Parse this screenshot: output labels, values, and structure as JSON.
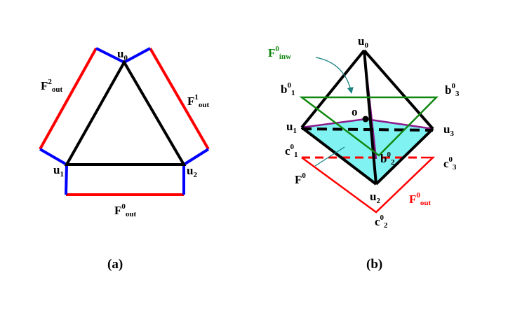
{
  "colors": {
    "black": "#000000",
    "red": "#ff0000",
    "blue": "#0000ff",
    "green": "#118811",
    "purple": "#8b1a8b",
    "cyan_fill": "#80f2f2",
    "teal_arrow": "#1a8080"
  },
  "panel_a": {
    "caption": "(a)",
    "u0": {
      "base": "u",
      "sub": "0"
    },
    "u1": {
      "base": "u",
      "sub": "1"
    },
    "u2": {
      "base": "u",
      "sub": "2"
    },
    "f0_out": {
      "base": "F",
      "sup": "0",
      "sub": "out"
    },
    "f1_out": {
      "base": "F",
      "sup": "1",
      "sub": "out"
    },
    "f2_out": {
      "base": "F",
      "sup": "2",
      "sub": "out"
    }
  },
  "panel_b": {
    "caption": "(b)",
    "u0": {
      "base": "u",
      "sub": "0"
    },
    "u1": {
      "base": "u",
      "sub": "1"
    },
    "u2": {
      "base": "u",
      "sub": "2"
    },
    "u3": {
      "base": "u",
      "sub": "3"
    },
    "o": "o",
    "f0_inw": {
      "base": "F",
      "sup": "0",
      "sub": "inw"
    },
    "f0_out": {
      "base": "F",
      "sup": "0",
      "sub": "out"
    },
    "f0": {
      "base": "F",
      "sup": "0"
    },
    "b01": {
      "base": "b",
      "sup": "0",
      "sub": "1"
    },
    "b02": {
      "base": "b",
      "sup": "0",
      "sub": "2"
    },
    "b03": {
      "base": "b",
      "sup": "0",
      "sub": "3"
    },
    "c01": {
      "base": "c",
      "sup": "0",
      "sub": "1"
    },
    "c02": {
      "base": "c",
      "sup": "0",
      "sub": "2"
    },
    "c03": {
      "base": "c",
      "sup": "0",
      "sub": "3"
    }
  }
}
